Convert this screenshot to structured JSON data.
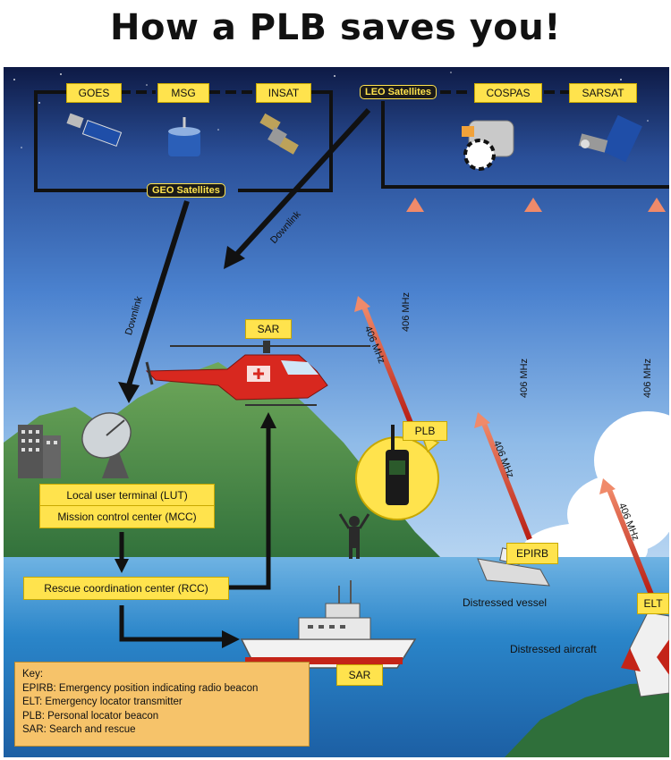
{
  "title": "How a PLB saves you!",
  "satellites": {
    "geo": [
      "GOES",
      "MSG",
      "INSAT"
    ],
    "geo_group_label": "GEO Satellites",
    "leo_group_label": "LEO Satellites",
    "leo": [
      "COSPAS",
      "SARSAT"
    ]
  },
  "links": {
    "downlink_1": "Downlink",
    "downlink_2": "Downlink",
    "freq_plb_1": "406 MHz",
    "freq_plb_2": "406 MHz",
    "freq_epirb_1": "406 MHz",
    "freq_epirb_2": "406 MHz",
    "freq_elt_1": "406 MHz",
    "freq_elt_2": "406 MHz"
  },
  "nodes": {
    "sar_helicopter": "SAR",
    "plb": "PLB",
    "lut": "Local user terminal (LUT)",
    "mcc": "Mission control center (MCC)",
    "rcc": "Rescue coordination center (RCC)",
    "epirb": "EPIRB",
    "elt": "ELT",
    "sar_ship": "SAR",
    "distressed_vessel": "Distressed vessel",
    "distressed_aircraft": "Distressed aircraft"
  },
  "key": {
    "heading": "Key:",
    "lines": [
      "EPIRB: Emergency position indicating radio beacon",
      "ELT: Emergency locator transmitter",
      "PLB: Personal locator beacon",
      "SAR: Search and rescue"
    ]
  },
  "colors": {
    "night_sky": "#0e1a45",
    "sky": "#3f78c8",
    "sea": "#2a85c9",
    "label_yellow": "#ffe34d",
    "helicopter_red": "#d8281f",
    "beam_red": "#c42418",
    "key_panel": "#f6c36a"
  }
}
